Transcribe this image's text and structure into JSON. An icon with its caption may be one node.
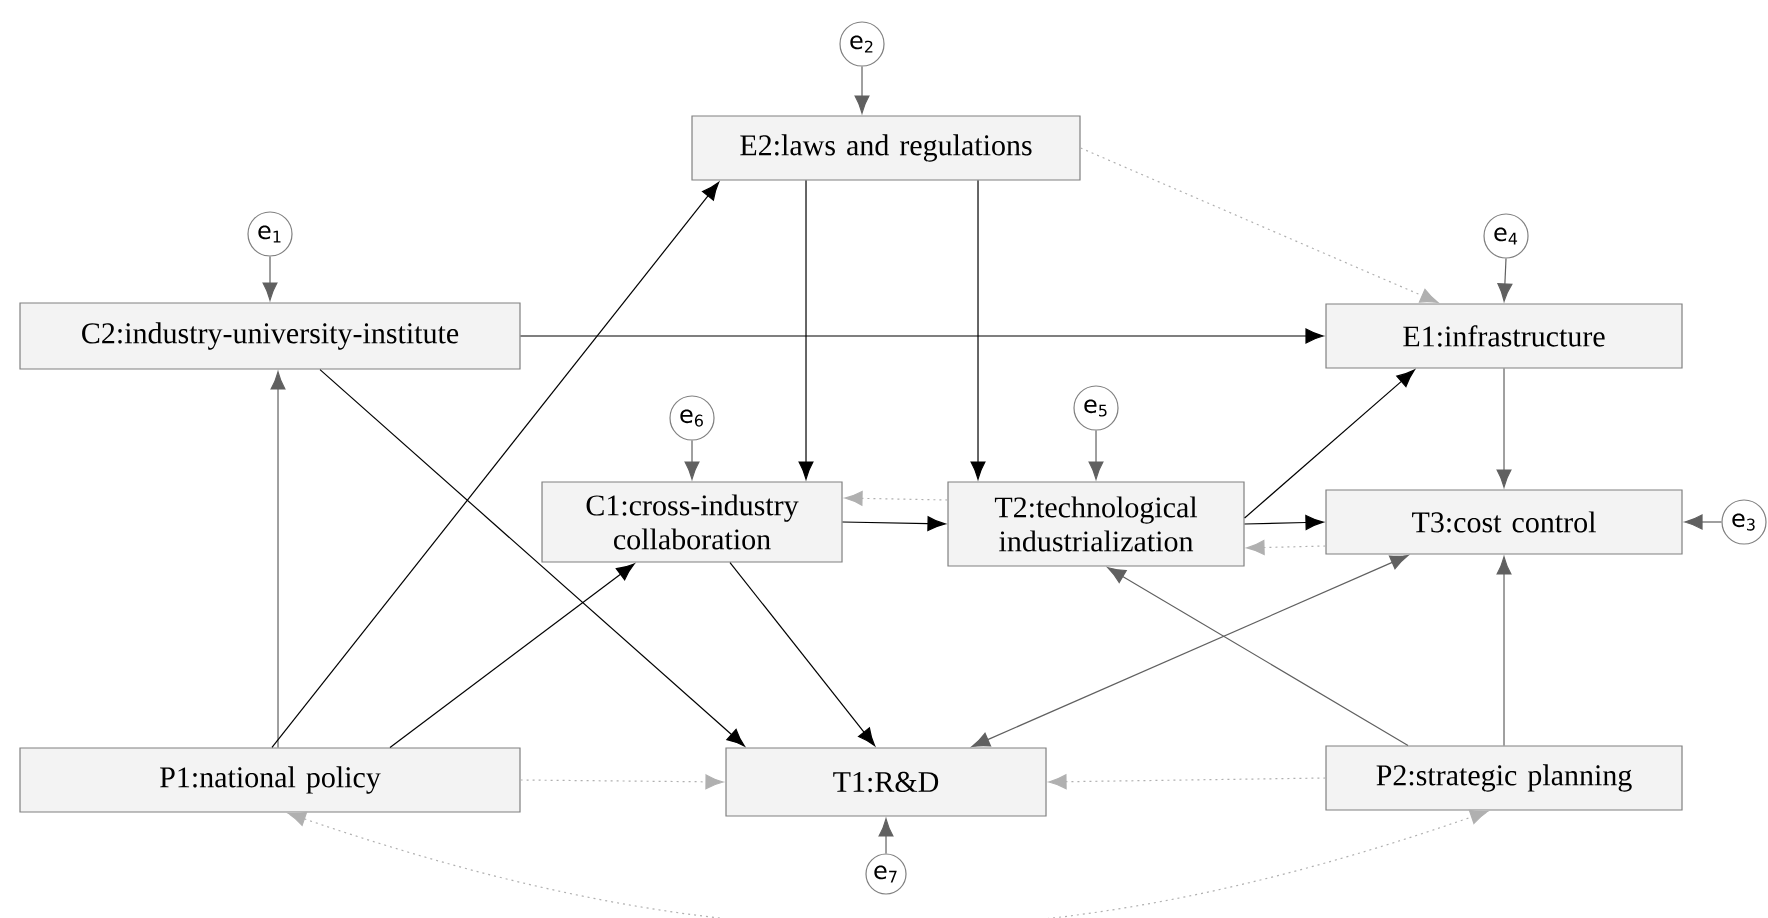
{
  "diagram": {
    "nodes": [
      {
        "text": [
          "E2:laws and regulations"
        ]
      },
      {
        "text": [
          "C2:industry-university-institute"
        ]
      },
      {
        "text": [
          "E1:infrastructure"
        ]
      },
      {
        "text": [
          "C1:cross-industry collaboration"
        ]
      },
      {
        "text": [
          "T2:technological industrialization"
        ]
      },
      {
        "text": [
          "T3:cost control"
        ]
      },
      {
        "text": [
          "P1:national policy"
        ]
      },
      {
        "text": [
          "T1:R&D"
        ]
      },
      {
        "text": [
          "P2:strategic planning"
        ]
      },
      {
        "text": [
          "e$_{1}$"
        ]
      },
      {
        "text": [
          "e$_{2}$"
        ]
      },
      {
        "text": [
          "e$_{3}$"
        ]
      },
      {
        "text": [
          "e$_{4}$"
        ]
      },
      {
        "text": [
          "e$_{5}$"
        ]
      },
      {
        "text": [
          "e$_{6}$"
        ]
      },
      {
        "text": [
          "e$_{7}$"
        ]
      }
    ],
    "edges": [
      {
        "from": 9,
        "to": 1,
        "arrow": "to"
      },
      {
        "from": 10,
        "to": 0,
        "arrow": "to"
      },
      {
        "from": 11,
        "to": 5,
        "arrow": "to"
      },
      {
        "from": 12,
        "to": 2,
        "arrow": "to"
      },
      {
        "from": 13,
        "to": 4,
        "arrow": "to"
      },
      {
        "from": 14,
        "to": 3,
        "arrow": "to"
      },
      {
        "from": 15,
        "to": 7,
        "arrow": "to"
      },
      {
        "from": 1,
        "to": 2,
        "arrow": "to",
        "color": "#000000"
      },
      {
        "from": 1,
        "to": 7,
        "arrow": "to",
        "color": "#000000"
      },
      {
        "from": 6,
        "to": 1,
        "arrow": "to"
      },
      {
        "from": 6,
        "to": 0,
        "arrow": "to",
        "color": "#000000"
      },
      {
        "from": 6,
        "to": 3,
        "arrow": "to",
        "color": "#000000"
      },
      {
        "from": 0,
        "to": 3,
        "arrow": "to",
        "color": "#000000"
      },
      {
        "from": 0,
        "to": 4,
        "arrow": "to",
        "color": "#000000"
      },
      {
        "from": 0,
        "to": 2,
        "arrow": "to",
        "style": "dashed",
        "color": "#b0b0b0"
      },
      {
        "from": 3,
        "to": 4,
        "arrow": "to",
        "color": "#000000"
      },
      {
        "from": 4,
        "to": 3,
        "arrow": "to",
        "style": "dashed",
        "color": "#b0b0b0"
      },
      {
        "from": 3,
        "to": 7,
        "arrow": "to",
        "color": "#000000"
      },
      {
        "from": 4,
        "to": 2,
        "arrow": "to",
        "color": "#000000"
      },
      {
        "from": 4,
        "to": 5,
        "arrow": "to",
        "color": "#000000"
      },
      {
        "from": 5,
        "to": 4,
        "arrow": "to",
        "style": "dashed",
        "color": "#b0b0b0"
      },
      {
        "from": 2,
        "to": 5,
        "arrow": "to"
      },
      {
        "from": 5,
        "to": 7,
        "arrow": "both"
      },
      {
        "from": 8,
        "to": 4,
        "arrow": "to"
      },
      {
        "from": 8,
        "to": 5,
        "arrow": "to"
      },
      {
        "from": 8,
        "to": 7,
        "arrow": "to",
        "style": "dashed",
        "color": "#b0b0b0"
      },
      {
        "from": 6,
        "to": 7,
        "arrow": "to",
        "style": "dashed",
        "color": "#b0b0b0"
      },
      {
        "from": 6,
        "to": 8,
        "arrow": "both",
        "style": "dashed",
        "color": "#b0b0b0"
      }
    ]
  }
}
